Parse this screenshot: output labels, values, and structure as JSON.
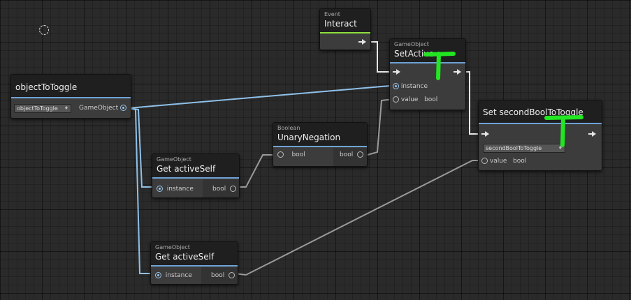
{
  "nodes": {
    "event": {
      "category": "Event",
      "title": "Interact"
    },
    "setactive": {
      "category": "GameObject",
      "title": "SetActive",
      "instance_label": "instance",
      "value_label": "value",
      "value_type": "bool"
    },
    "objecttoggle": {
      "title": "objectToToggle",
      "dropdown": "objectToToggle",
      "output": "GameObject"
    },
    "setsecond": {
      "title": "Set secondBoolToToggle",
      "dropdown": "secondBoolToToggle",
      "value_label": "value",
      "value_type": "bool"
    },
    "unary": {
      "category": "Boolean",
      "title": "UnaryNegation",
      "input_type": "bool",
      "output_type": "bool"
    },
    "getactive1": {
      "category": "GameObject",
      "title": "Get activeSelf",
      "instance_label": "instance",
      "output_type": "bool"
    },
    "getactive2": {
      "category": "GameObject",
      "title": "Get activeSelf",
      "instance_label": "instance",
      "output_type": "bool"
    }
  },
  "colors": {
    "object_wire": "#8fc0e8",
    "value_wire": "#9a9a9a",
    "flow_wire": "#e6e6e6",
    "annotation": "#22e622",
    "event_accent": "#8ede3c",
    "node_accent": "#6ea2d6"
  }
}
